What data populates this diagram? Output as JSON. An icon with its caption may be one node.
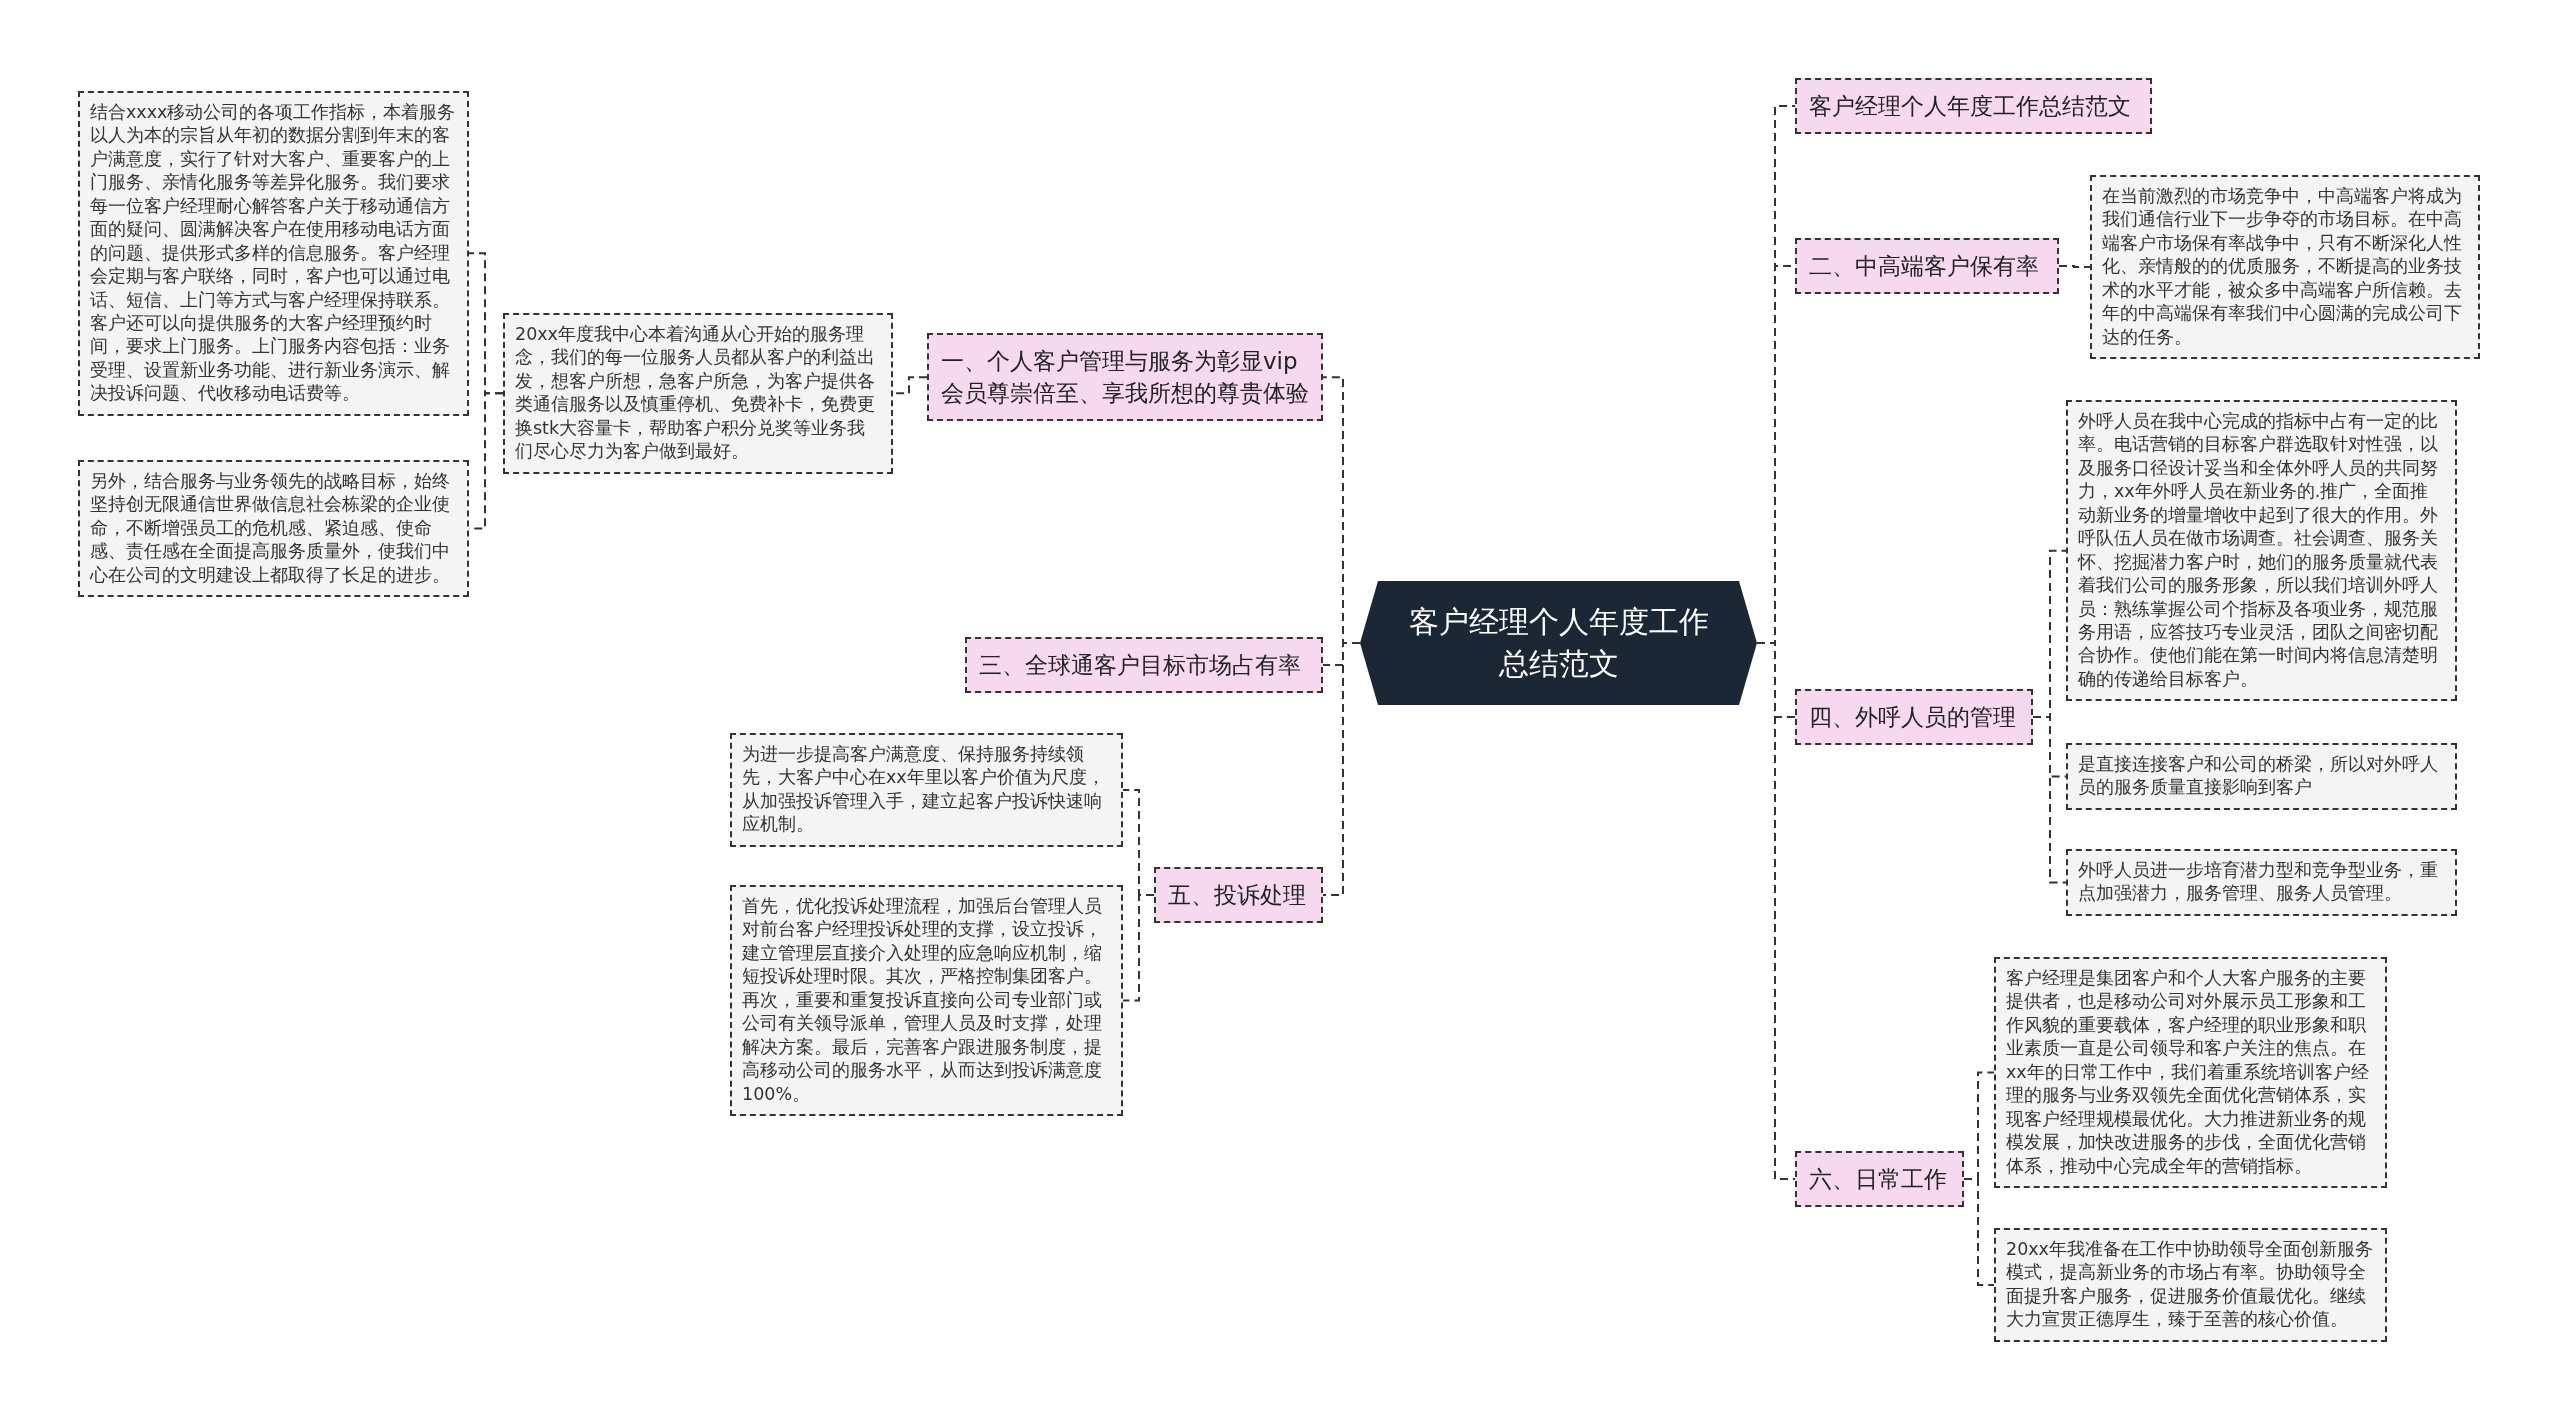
{
  "diagram": {
    "nodes": [
      {
        "text": [
          "客户经理个人年度工作总结范文"
        ]
      },
      {
        "text": [
          "客户经理个人年度工作总结范文"
        ]
      },
      {
        "text": [
          "一、个人客户管理与服务为彰显vip会员尊崇倍至、享我所想的尊贵体验"
        ]
      },
      {
        "text": [
          "20xx年度我中心本着沟通从心开始的服务理念，我们的每一位服务人员都从客户的利益出发，想客户所想，急客户所急，为客户提供各类通信服务以及慎重停机、免费补卡，免费更换stk大容量卡，帮助客户积分兑奖等业务我们尽心尽力为客户做到最好。"
        ]
      },
      {
        "text": [
          "结合xxxx移动公司的各项工作指标，本着服务以人为本的宗旨从年初的数据分割到年末的客户满意度，实行了针对大客户、重要客户的上门服务、亲情化服务等差异化服务。我们要求每一位客户经理耐心解答客户关于移动通信方面的疑问、圆满解决客户在使用移动电话方面的问题、提供形式多样的信息服务。客户经理会定期与客户联络，同时，客户也可以通过电话、短信、上门等方式与客户经理保持联系。客户还可以向提供服务的大客户经理预约时间，要求上门服务。上门服务内容包括：业务受理、设置新业务功能、进行新业务演示、解决投诉问题、代收移动电话费等。"
        ]
      },
      {
        "text": [
          "另外，结合服务与业务领先的战略目标，始终坚持创无限通信世界做信息社会栋梁的企业使命，不断增强员工的危机感、紧迫感、使命感、责任感在全面提高服务质量外，使我们中心在公司的文明建设上都取得了长足的进步。"
        ]
      },
      {
        "text": [
          "二、中高端客户保有率"
        ]
      },
      {
        "text": [
          "在当前激烈的市场竞争中，中高端客户将成为我们通信行业下一步争夺的市场目标。在中高端客户市场保有率战争中，只有不断深化人性化、亲情般的的优质服务，不断提高的业务技术的水平才能，被众多中高端客户所信赖。去年的中高端保有率我们中心圆满的完成公司下达的任务。"
        ]
      },
      {
        "text": [
          "三、全球通客户目标市场占有率"
        ]
      },
      {
        "text": [
          "四、外呼人员的管理"
        ]
      },
      {
        "text": [
          "外呼人员在我中心完成的指标中占有一定的比率。电话营销的目标客户群选取针对性强，以及服务口径设计妥当和全体外呼人员的共同努力，xx年外呼人员在新业务的.推广，全面推动新业务的增量增收中起到了很大的作用。外呼队伍人员在做市场调查。社会调查、服务关怀、挖掘潜力客户时，她们的服务质量就代表着我们公司的服务形象，所以我们培训外呼人员：熟练掌握公司个指标及各项业务，规范服务用语，应答技巧专业灵活，团队之间密切配合协作。使他们能在第一时间内将信息清楚明确的传递给目标客户。"
        ]
      },
      {
        "text": [
          "是直接连接客户和公司的桥梁，所以对外呼人员的服务质量直接影响到客户"
        ]
      },
      {
        "text": [
          "外呼人员进一步培育潜力型和竞争型业务，重点加强潜力，服务管理、服务人员管理。"
        ]
      },
      {
        "text": [
          "五、投诉处理"
        ]
      },
      {
        "text": [
          "为进一步提高客户满意度、保持服务持续领先，大客户中心在xx年里以客户价值为尺度，从加强投诉管理入手，建立起客户投诉快速响应机制。"
        ]
      },
      {
        "text": [
          "首先，优化投诉处理流程，加强后台管理人员对前台客户经理投诉处理的支撑，设立投诉，建立管理层直接介入处理的应急响应机制，缩短投诉处理时限。其次，严格控制集团客户。再次，重要和重复投诉直接向公司专业部门或公司有关领导派单，管理人员及时支撑，处理解决方案。最后，完善客户跟进服务制度，提高移动公司的服务水平，从而达到投诉满意度100%。"
        ]
      },
      {
        "text": [
          "六、日常工作"
        ]
      },
      {
        "text": [
          "客户经理是集团客户和个人大客户服务的主要提供者，也是移动公司对外展示员工形象和工作风貌的重要载体，客户经理的职业形象和职业素质一直是公司领导和客户关注的焦点。在xx年的日常工作中，我们着重系统培训客户经理的服务与业务双领先全面优化营销体系，实现客户经理规模最优化。大力推进新业务的规模发展，加快改进服务的步伐，全面优化营销体系，推动中心完成全年的营销指标。"
        ]
      },
      {
        "text": [
          "20xx年我准备在工作中协助领导全面创新服务模式，提高新业务的市场占有率。协助领导全面提升客户服务，促进服务价值最优化。继续大力宣贯正德厚生，臻于至善的核心价值。"
        ]
      }
    ],
    "edges": [
      {
        "from": 0,
        "to": 1,
        "arrow": "none"
      },
      {
        "from": 0,
        "to": 2,
        "arrow": "none"
      },
      {
        "from": 2,
        "to": 3,
        "arrow": "none"
      },
      {
        "from": 3,
        "to": 4,
        "arrow": "none"
      },
      {
        "from": 3,
        "to": 5,
        "arrow": "none"
      },
      {
        "from": 0,
        "to": 6,
        "arrow": "none"
      },
      {
        "from": 6,
        "to": 7,
        "arrow": "none"
      },
      {
        "from": 0,
        "to": 8,
        "arrow": "none"
      },
      {
        "from": 0,
        "to": 9,
        "arrow": "none"
      },
      {
        "from": 9,
        "to": 10,
        "arrow": "none"
      },
      {
        "from": 9,
        "to": 11,
        "arrow": "none"
      },
      {
        "from": 9,
        "to": 12,
        "arrow": "none"
      },
      {
        "from": 0,
        "to": 13,
        "arrow": "none"
      },
      {
        "from": 13,
        "to": 14,
        "arrow": "none"
      },
      {
        "from": 13,
        "to": 15,
        "arrow": "none"
      },
      {
        "from": 0,
        "to": 16,
        "arrow": "none"
      },
      {
        "from": 16,
        "to": 17,
        "arrow": "none"
      },
      {
        "from": 16,
        "to": 18,
        "arrow": "none"
      }
    ]
  }
}
